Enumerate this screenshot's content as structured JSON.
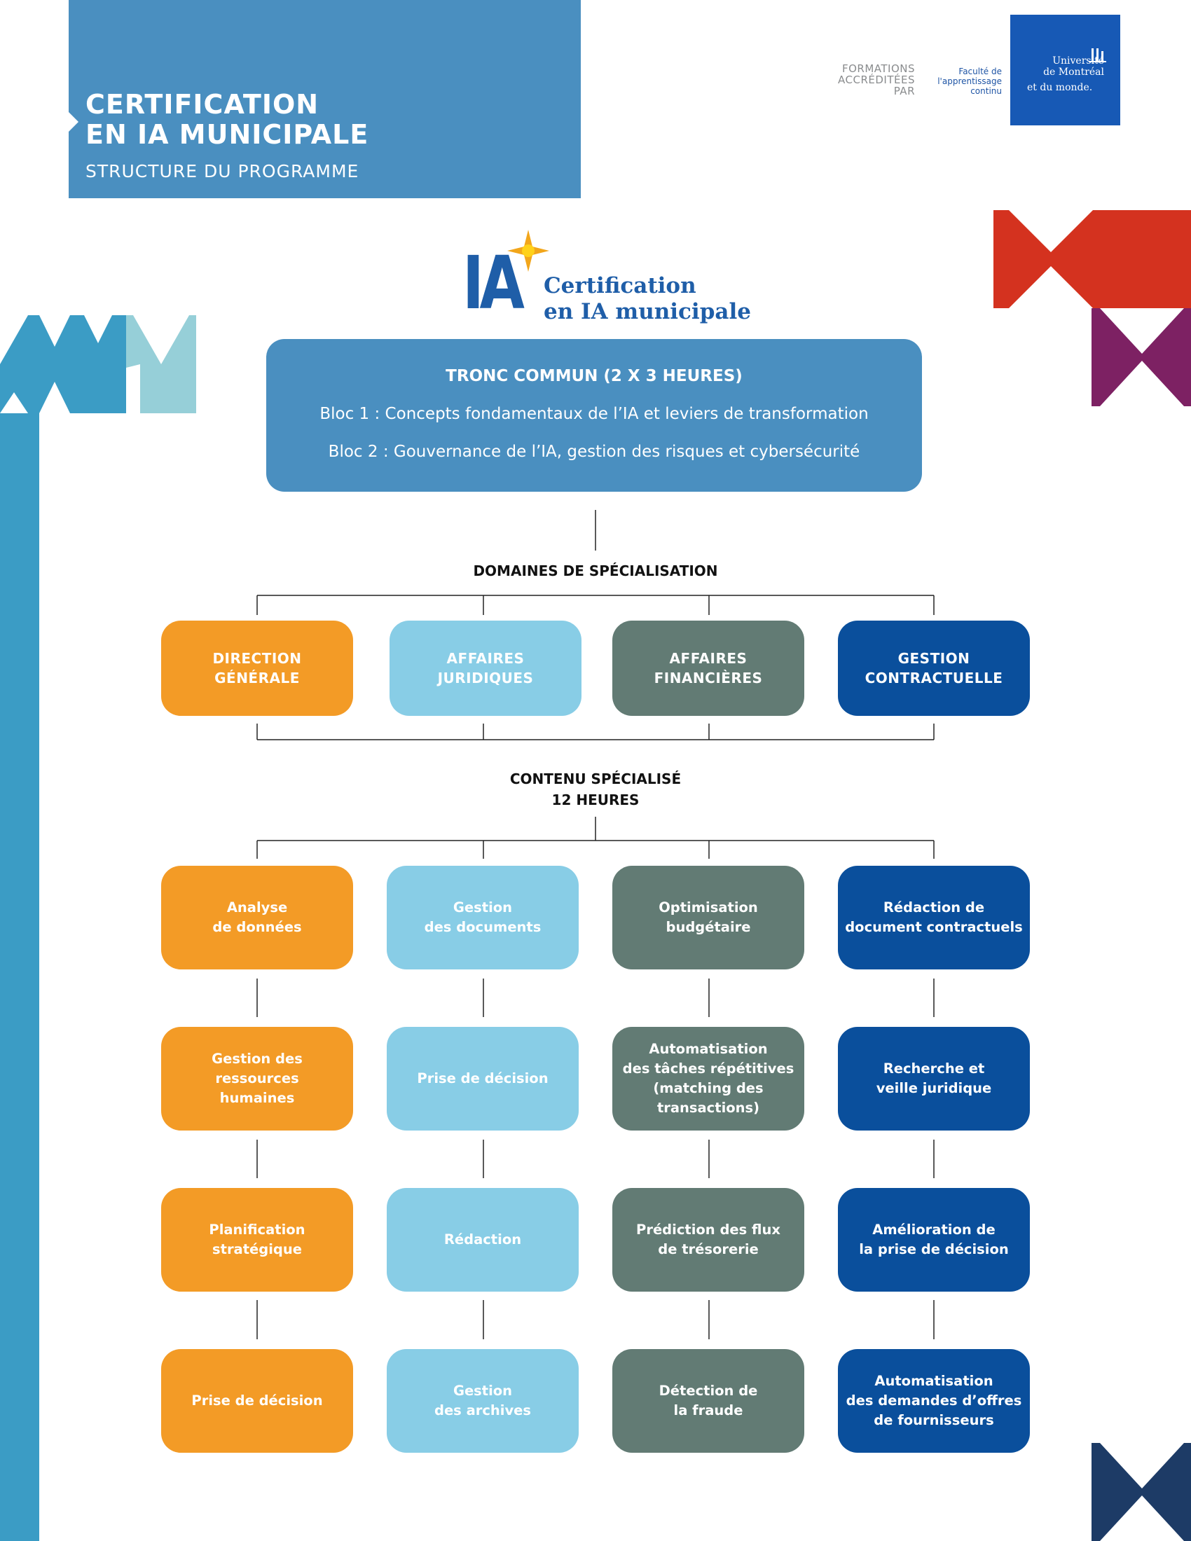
{
  "header": {
    "title_line1": "CERTIFICATION",
    "title_line2": "EN IA MUNICIPALE",
    "subtitle": "STRUCTURE DU PROGRAMME"
  },
  "accreditation": {
    "line1": "FORMATIONS",
    "line2": "ACCRÉDITÉES",
    "line3": "PAR",
    "faculty_line1": "Faculté de",
    "faculty_line2": "l'apprentissage",
    "faculty_line3": "continu",
    "university_line1": "Université",
    "university_line2": "de Montréal",
    "university_tag": "et du monde."
  },
  "logo": {
    "mark": "IA",
    "line1": "Certification",
    "line2": "en IA municipale"
  },
  "tronc": {
    "title": "TRONC COMMUN (2 X 3 HEURES)",
    "bloc1": "Bloc 1 : Concepts fondamentaux de l’IA et leviers de transformation",
    "bloc2": "Bloc 2 : Gouvernance de l’IA, gestion des risques et cybersécurité"
  },
  "labels": {
    "domaines": "DOMAINES DE SPÉCIALISATION",
    "contenu_line1": "CONTENU SPÉCIALISÉ",
    "contenu_line2": "12 HEURES"
  },
  "domains": [
    {
      "line1": "DIRECTION",
      "line2": "GÉNÉRALE"
    },
    {
      "line1": "AFFAIRES",
      "line2": "JURIDIQUES"
    },
    {
      "line1": "AFFAIRES",
      "line2": "FINANCIÈRES"
    },
    {
      "line1": "GESTION",
      "line2": "CONTRACTUELLE"
    }
  ],
  "content": [
    [
      [
        "Analyse",
        "de données"
      ],
      [
        "Gestion des ressources",
        "humaines"
      ],
      [
        "Planification stratégique"
      ],
      [
        "Prise de décision"
      ]
    ],
    [
      [
        "Gestion",
        "des documents"
      ],
      [
        "Prise de décision"
      ],
      [
        "Rédaction"
      ],
      [
        "Gestion",
        "des archives"
      ]
    ],
    [
      [
        "Optimisation",
        "budgétaire"
      ],
      [
        "Automatisation",
        "des tâches répétitives",
        "(matching des",
        "transactions)"
      ],
      [
        "Prédiction des flux",
        "de trésorerie"
      ],
      [
        "Détection de",
        "la fraude"
      ]
    ],
    [
      [
        "Rédaction de",
        "document contractuels"
      ],
      [
        "Recherche et",
        "veille juridique"
      ],
      [
        "Amélioration de",
        "la prise de décision"
      ],
      [
        "Automatisation",
        "des demandes d’offres",
        "de fournisseurs"
      ]
    ]
  ],
  "colors": {
    "orange": "#f39b26",
    "light_blue": "#88cde6",
    "grey_green": "#627b74",
    "navy": "#0a4f9c",
    "banner_blue": "#4a8fc0"
  }
}
